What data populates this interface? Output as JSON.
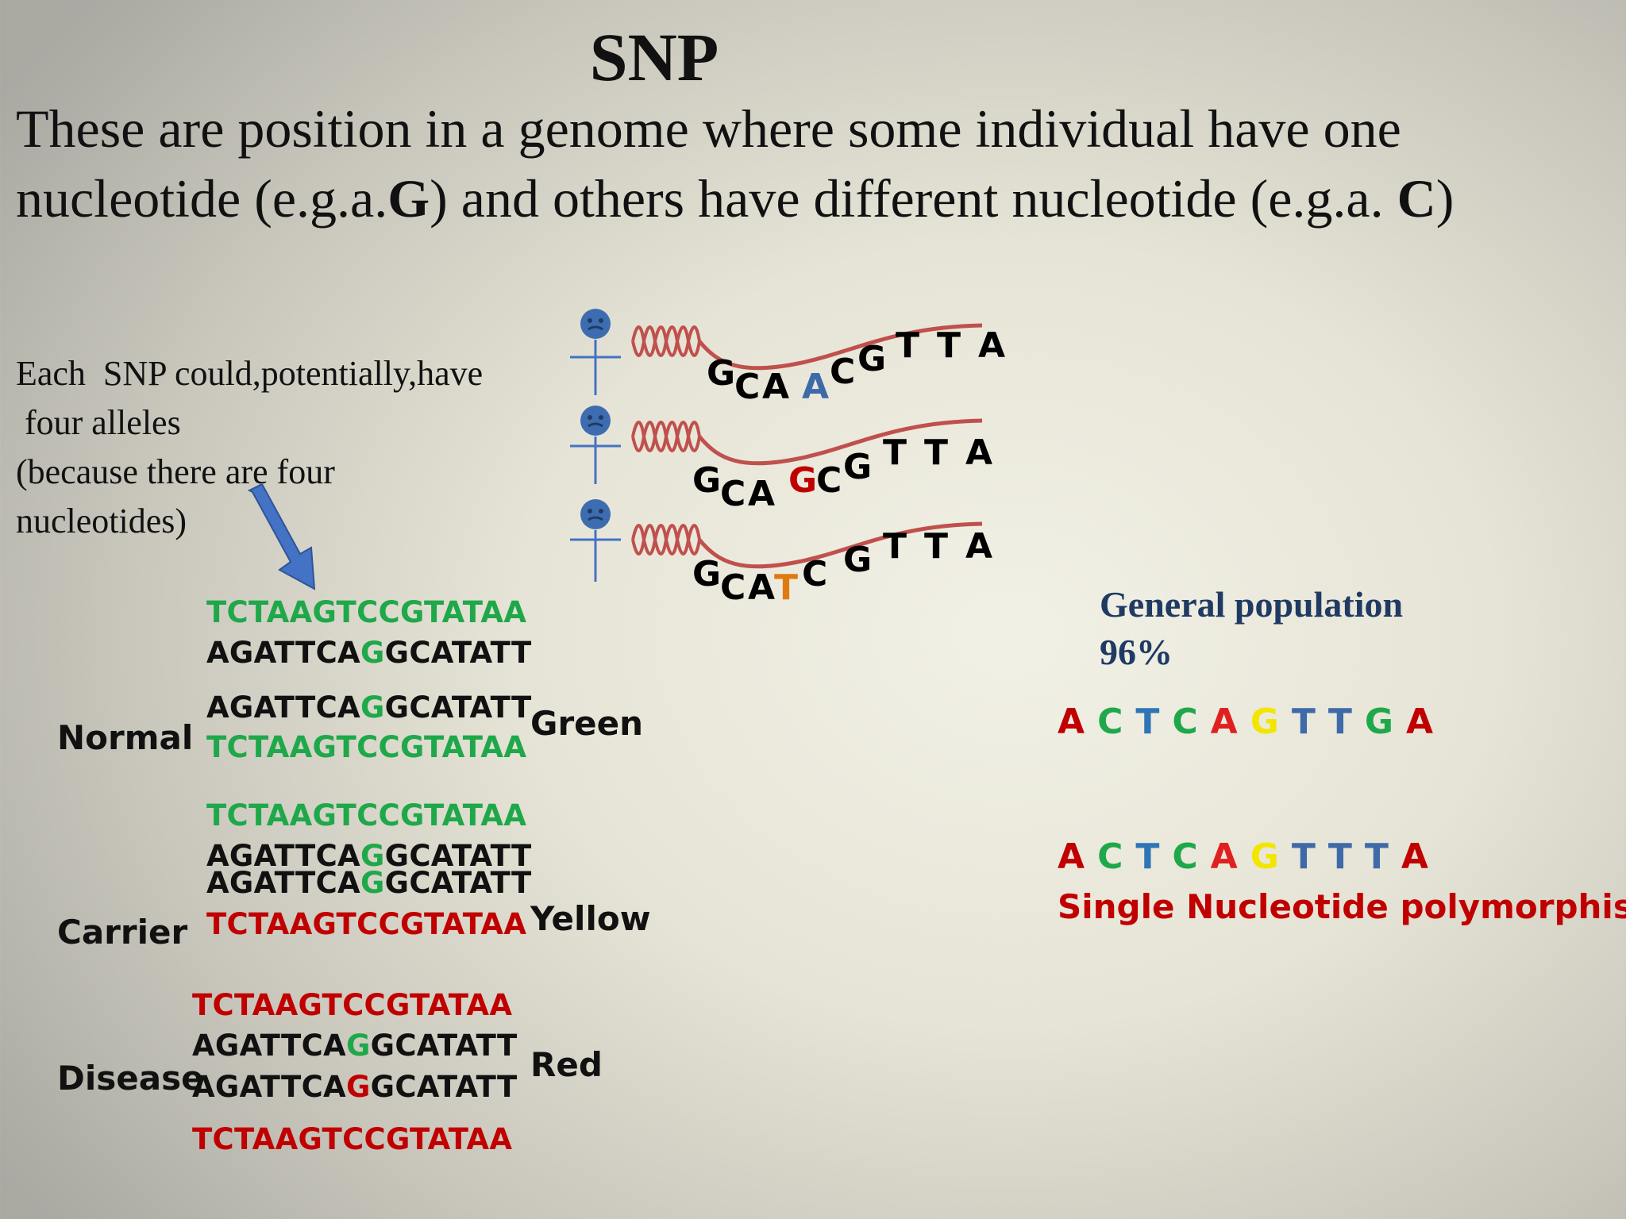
{
  "title": "SNP",
  "intro": {
    "part1": "These are position in a genome where some individual have one nucleotide (e.g.a.",
    "nuc1": "G",
    "part2": ") and others have different nucleotide (e.g.a. ",
    "nuc2": "C",
    "part3": ")"
  },
  "alleles_note": {
    "line1": "Each  SNP could,potentially,have",
    "line2": " four alleles",
    "line3": "(because there are four",
    "line4": "nucleotides)"
  },
  "individuals": [
    {
      "seq": [
        "G",
        "C",
        "A",
        "A",
        "C",
        "G",
        "T",
        "T",
        "A"
      ],
      "snp_letter": "A",
      "snp_color": "#3e6aa8",
      "icon": "person-icon"
    },
    {
      "seq": [
        "G",
        "C",
        "A",
        "G",
        "C",
        "G",
        "T",
        "T",
        "A"
      ],
      "snp_letter": "G",
      "snp_color": "#c00000",
      "icon": "person-icon"
    },
    {
      "seq": [
        "G",
        "C",
        "A",
        "T",
        "C",
        "G",
        "T",
        "T",
        "A"
      ],
      "snp_letter": "T",
      "snp_color": "#e07a10",
      "icon": "person-icon"
    }
  ],
  "genotypes": [
    {
      "label": "Normal",
      "color_label": "Green",
      "pair1": {
        "top": "TCTAAGTCCGTATAA",
        "bottom_pre": "AGATTCA",
        "bottom_snp": "G",
        "bottom_post": "GCATATT"
      },
      "pair2": {
        "top_pre": "AGATTCA",
        "top_snp": "G",
        "top_post": "GCATATT",
        "bottom": "TCTAAGTCCGTATAA"
      }
    },
    {
      "label": "Carrier",
      "color_label": "Yellow",
      "pair1": {
        "top": "TCTAAGTCCGTATAA",
        "bottom_pre": "AGATTCA",
        "bottom_snp": "G",
        "bottom_post": "GCATATT"
      },
      "pair2": {
        "top_pre": "AGATTCA",
        "top_snp": "G",
        "top_post": "GCATATT",
        "bottom": "TCTAAGTCCGTATAA"
      }
    },
    {
      "label": "Disease",
      "color_label": "Red",
      "pair1": {
        "top": "TCTAAGTCCGTATAA",
        "bottom_pre": "AGATTCA",
        "bottom_snp": "G",
        "bottom_post": "GCATATT"
      },
      "pair2": {
        "top_pre": "AGATTCA",
        "top_snp": "G",
        "top_post": "GCATATT",
        "bottom": "TCTAAGTCCGTATAA"
      }
    }
  ],
  "general_population": {
    "label": "General population",
    "percent": "96%"
  },
  "reference_sequence": [
    {
      "letter": "A",
      "color": "#c00000"
    },
    {
      "letter": "C",
      "color": "#1fa84a"
    },
    {
      "letter": "T",
      "color": "#2e75b6"
    },
    {
      "letter": "C",
      "color": "#1fa84a"
    },
    {
      "letter": "A",
      "color": "#e02020"
    },
    {
      "letter": "G",
      "color": "#f2e600"
    },
    {
      "letter": "T",
      "color": "#3e6aa8"
    },
    {
      "letter": "T",
      "color": "#3e6aa8"
    },
    {
      "letter": "G",
      "color": "#1fa84a"
    },
    {
      "letter": "A",
      "color": "#c00000"
    }
  ],
  "variant_sequence": [
    {
      "letter": "A",
      "color": "#c00000"
    },
    {
      "letter": "C",
      "color": "#1fa84a"
    },
    {
      "letter": "T",
      "color": "#2e75b6"
    },
    {
      "letter": "C",
      "color": "#1fa84a"
    },
    {
      "letter": "A",
      "color": "#e02020"
    },
    {
      "letter": "G",
      "color": "#f2e600"
    },
    {
      "letter": "T",
      "color": "#3e6aa8"
    },
    {
      "letter": "T",
      "color": "#3e6aa8"
    },
    {
      "letter": "T",
      "color": "#3e6aa8"
    },
    {
      "letter": "A",
      "color": "#c00000"
    }
  ],
  "snp_caption": "Single Nucleotide polymorphism",
  "colors": {
    "green": "#1fa84a",
    "red": "#c00000",
    "navy": "#1f3a63",
    "strand": "#c0504d",
    "arrow": "#4472c4"
  }
}
